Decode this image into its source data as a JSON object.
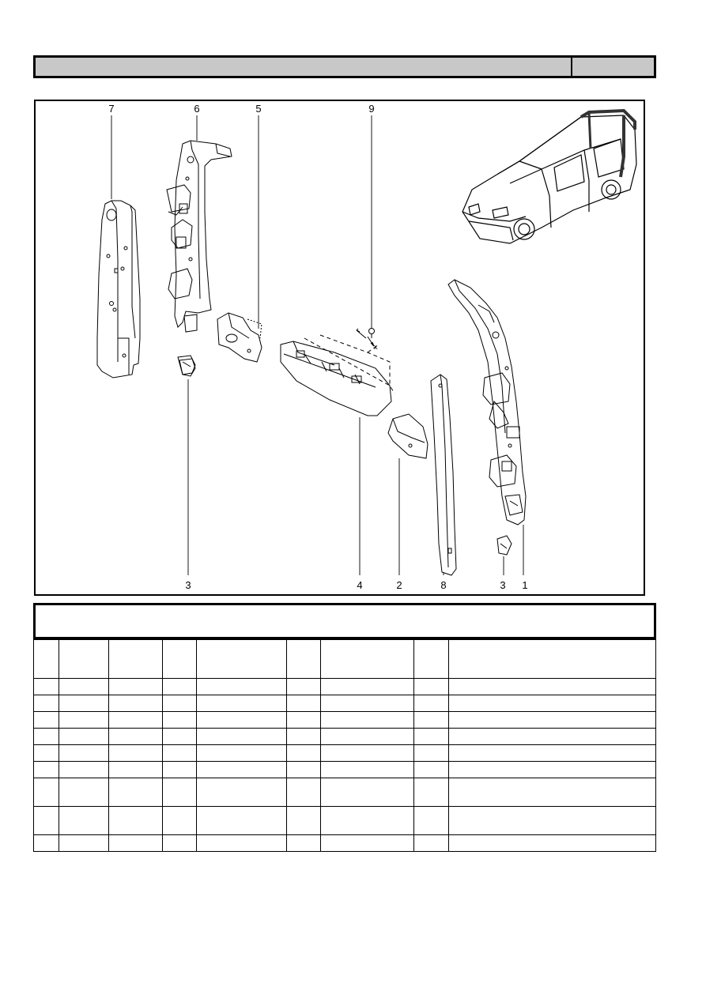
{
  "figure": {
    "callouts_top": [
      "7",
      "6",
      "5",
      "9"
    ],
    "callouts_bottom": [
      "3",
      "4",
      "2",
      "8",
      "3",
      "1"
    ],
    "fastener_label": "x"
  },
  "table": {
    "columns": 9,
    "row_count": 10,
    "tall_rows": [
      6,
      7
    ]
  }
}
